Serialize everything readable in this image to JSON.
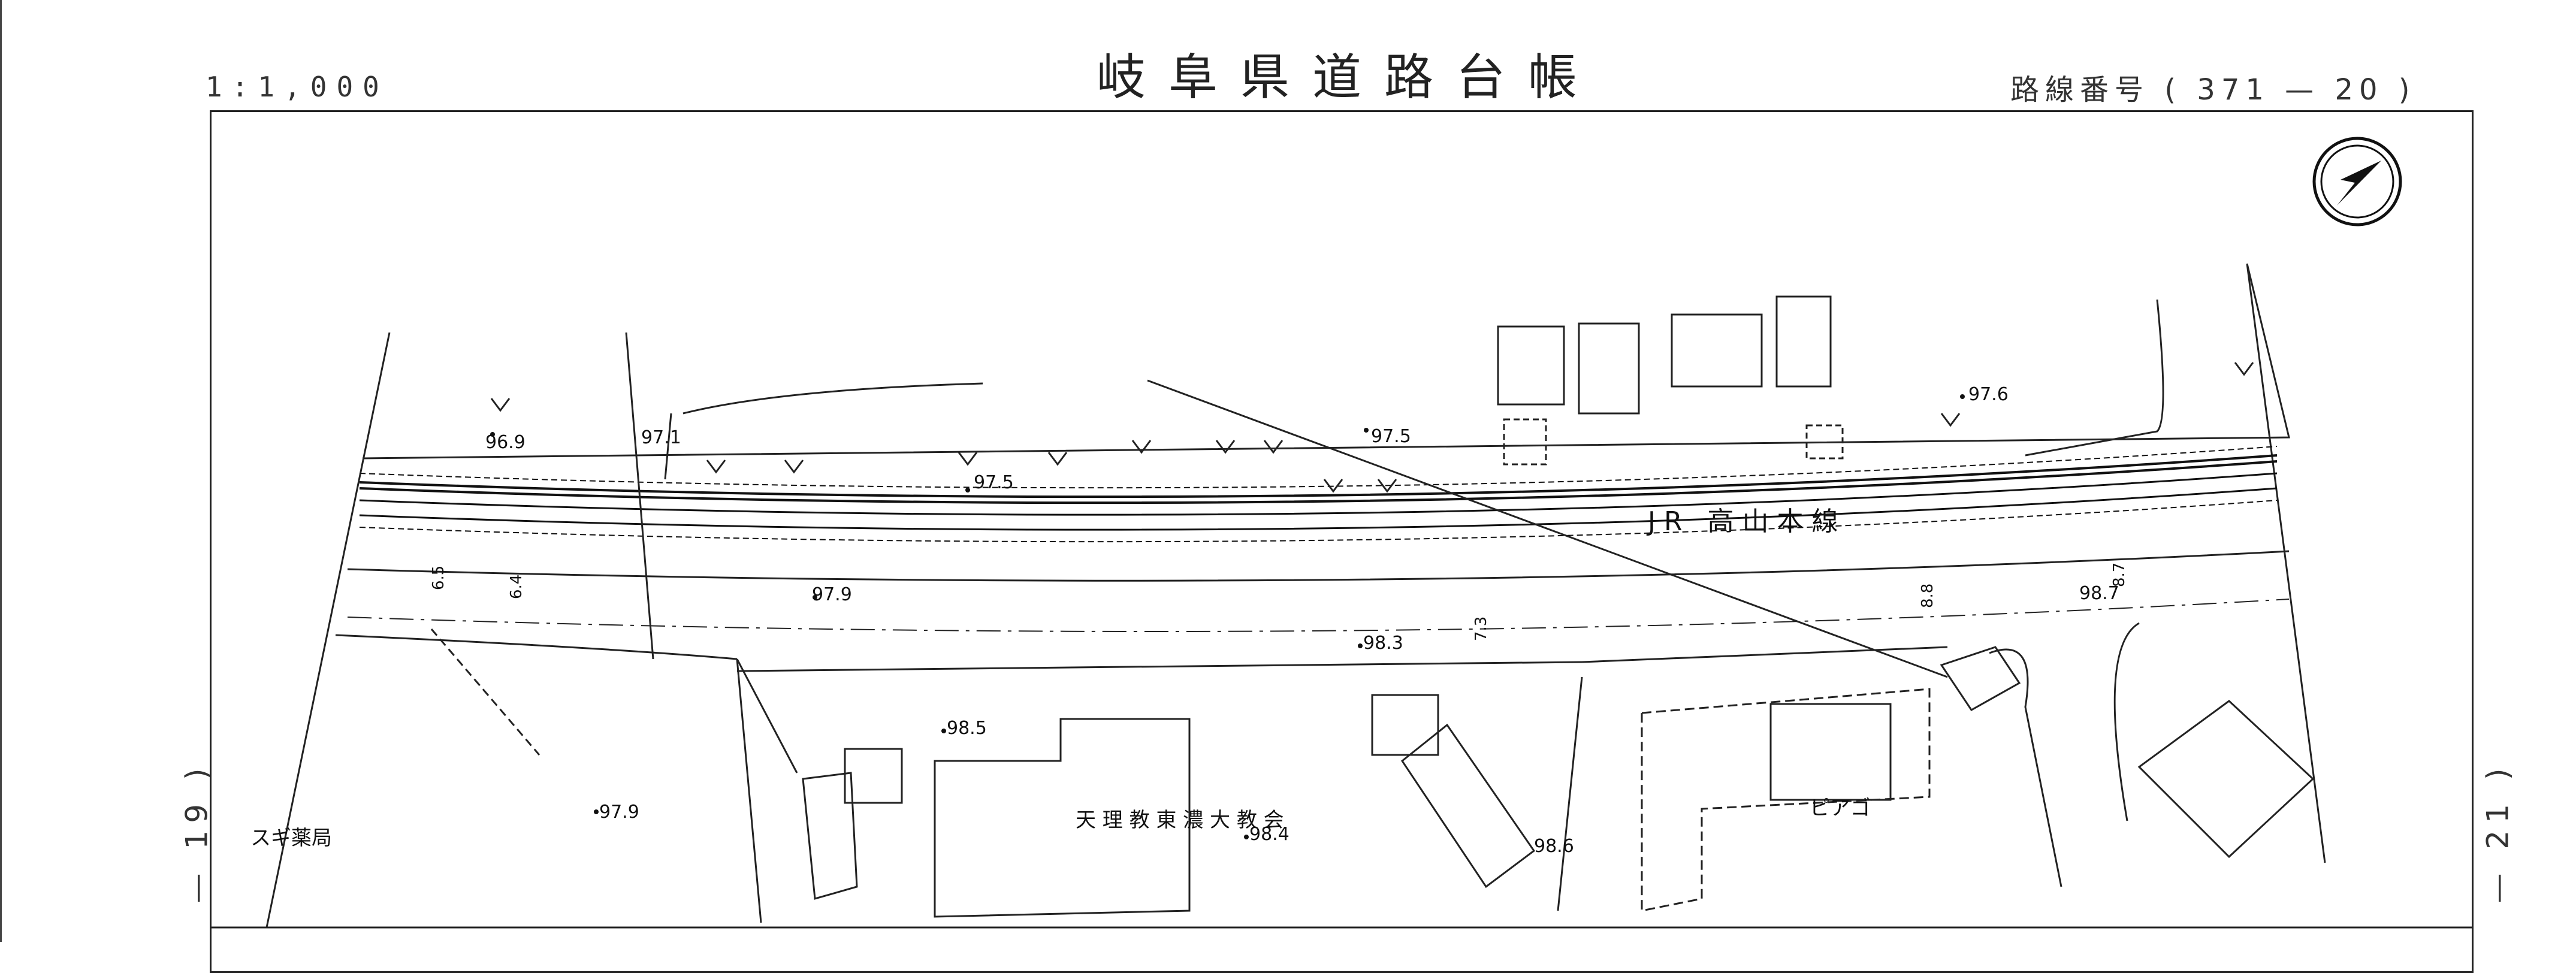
{
  "header": {
    "title": "岐阜県道路台帳",
    "scale": "1:1,000",
    "route_label": "路線番号",
    "route_open": "(",
    "route_number": "371",
    "route_dash": "—",
    "route_section": "20",
    "route_close": ")"
  },
  "sheets": {
    "left": "— 19 )",
    "right": "— 21 )"
  },
  "map": {
    "railway_label": "JR 高山本線",
    "places": {
      "drugstore": "スギ薬局",
      "church": "天 理 教 東 濃 大 教 会",
      "building": "ピアゴ"
    },
    "elevations": [
      "96.9",
      "97.1",
      "97.5",
      "97.5",
      "97.6",
      "97.9",
      "98.3",
      "98.7",
      "98.5",
      "97.9",
      "98.4",
      "98.6"
    ],
    "widths": [
      "6.5",
      "6.4",
      "7.3",
      "8.8",
      "8.7"
    ],
    "north_arrow": "north-arrow"
  }
}
